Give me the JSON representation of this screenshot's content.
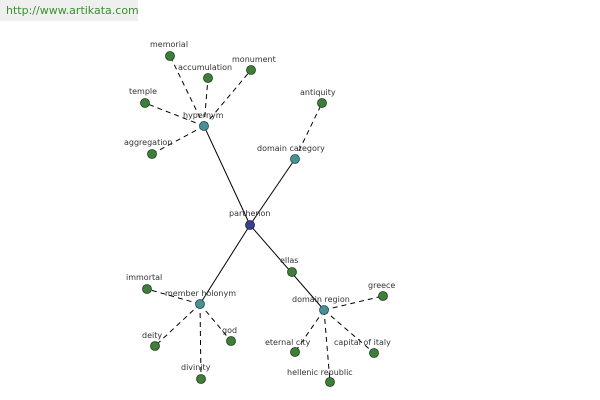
{
  "url": "http://www.artikata.com",
  "colors": {
    "root": "#3a3f8f",
    "relation": "#4a8f96",
    "leaf": "#3e7e3a"
  },
  "nodes": {
    "root": "parthenon",
    "hypernym": "hypernym",
    "domain_category": "domain category",
    "member_holonym": "member holonym",
    "domain_region": "domain region",
    "memorial": "memorial",
    "accumulation": "accumulation",
    "monument": "monument",
    "temple": "temple",
    "aggregation": "aggregation",
    "antiquity": "antiquity",
    "ellas": "ellas",
    "greece": "greece",
    "eternal_city": "eternal city",
    "capital_of_italy": "capital of italy",
    "hellenic_republic": "hellenic republic",
    "immortal": "immortal",
    "deity": "deity",
    "god": "god",
    "divinity": "divinity"
  }
}
